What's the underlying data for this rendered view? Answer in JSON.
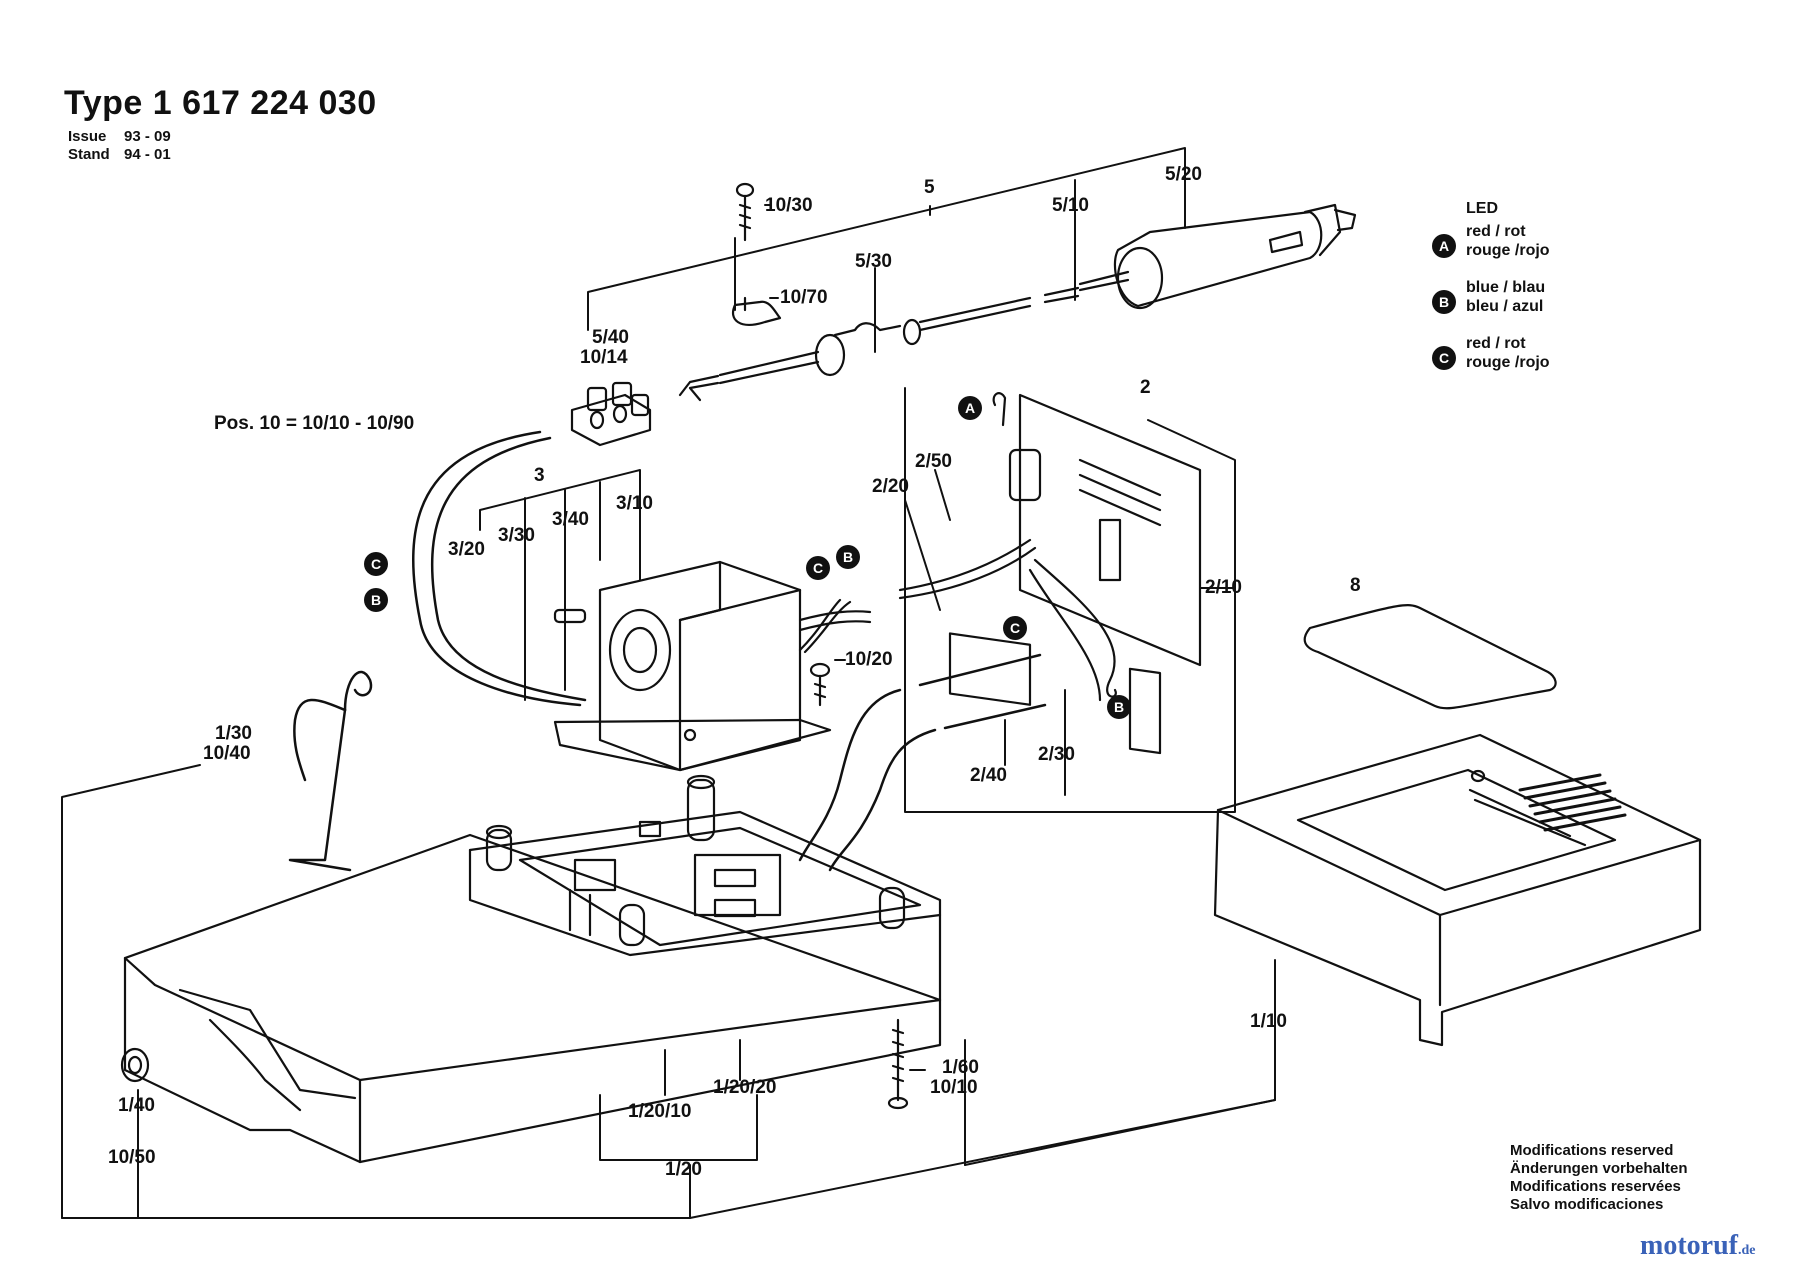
{
  "header": {
    "title": "Type 1 617 224 030",
    "issue_label": "Issue",
    "issue_value": "93 - 09",
    "stand_label": "Stand",
    "stand_value": "94 - 01"
  },
  "pos_note": "Pos. 10 = 10/10 - 10/90",
  "legend": {
    "title": "LED",
    "items": [
      {
        "badge": "A",
        "line1": "red / rot",
        "line2": "rouge /rojo"
      },
      {
        "badge": "B",
        "line1": "blue / blau",
        "line2": "bleu / azul"
      },
      {
        "badge": "C",
        "line1": "red / rot",
        "line2": "rouge /rojo"
      }
    ]
  },
  "part_labels": {
    "p5": "5",
    "p5_10": "5/10",
    "p5_20": "5/20",
    "p5_30": "5/30",
    "p5_40": "5/40",
    "p10_14": "10/14",
    "p10_30": "10/30",
    "p10_70": "10/70",
    "p2": "2",
    "p2_10": "2/10",
    "p2_20": "2/20",
    "p2_30": "2/30",
    "p2_40": "2/40",
    "p2_50": "2/50",
    "p3": "3",
    "p3_10": "3/10",
    "p3_20": "3/20",
    "p3_30": "3/30",
    "p3_40": "3/40",
    "p10_20": "10/20",
    "p8": "8",
    "p1_10": "1/10",
    "p1_20": "1/20",
    "p1_20_10": "1/20/10",
    "p1_20_20": "1/20/20",
    "p1_30": "1/30",
    "p10_40": "10/40",
    "p1_40": "1/40",
    "p10_50": "10/50",
    "p1_60": "1/60",
    "p10_10": "10/10"
  },
  "callouts": {
    "a": "A",
    "b": "B",
    "c": "C"
  },
  "modifications": [
    "Modifications reserved",
    "Änderungen vorbehalten",
    "Modifications reservées",
    "Salvo modificaciones"
  ],
  "brand": {
    "name": "motoruf",
    "tld": ".de",
    "color": "#3a62b8"
  }
}
